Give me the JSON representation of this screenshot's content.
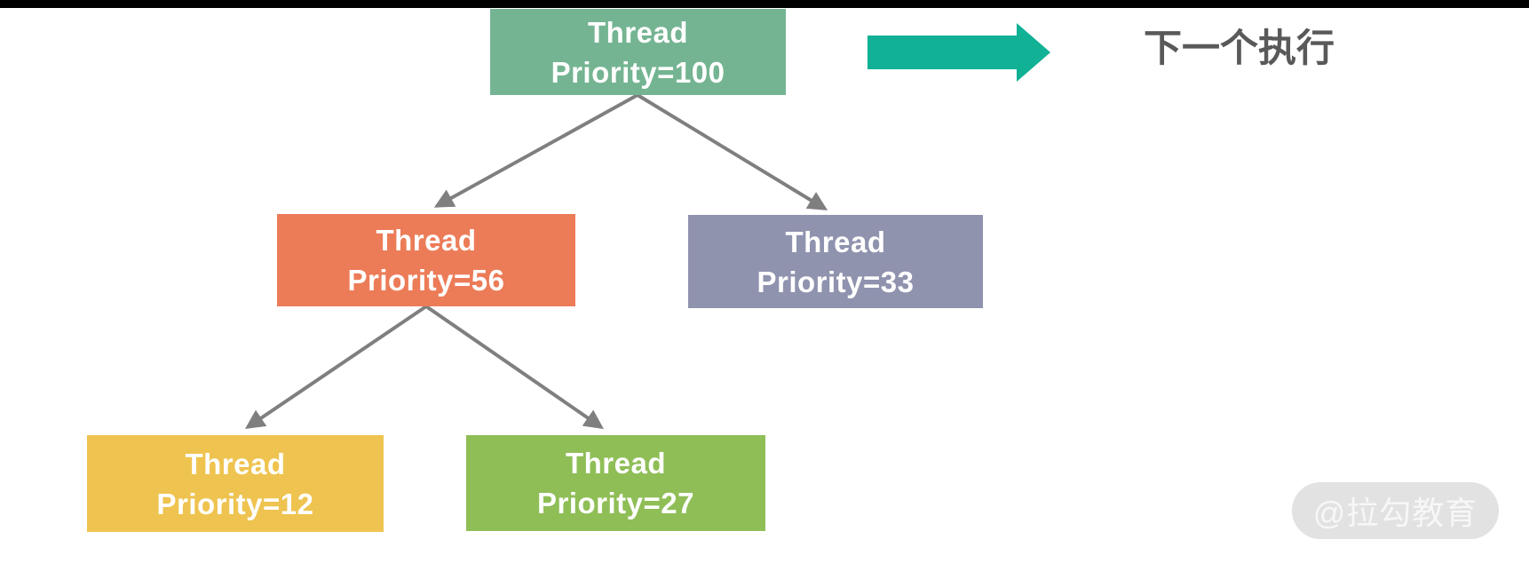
{
  "diagram": {
    "connector_color": "#7f7f7f",
    "nodes": [
      {
        "id": "root",
        "line1": "Thread",
        "line2": "Priority=100",
        "priority": 100,
        "color": "#74b492"
      },
      {
        "id": "left",
        "line1": "Thread",
        "line2": "Priority=56",
        "priority": 56,
        "color": "#ec7c58"
      },
      {
        "id": "right",
        "line1": "Thread",
        "line2": "Priority=33",
        "priority": 33,
        "color": "#9093ae"
      },
      {
        "id": "left-left",
        "line1": "Thread",
        "line2": "Priority=12",
        "priority": 12,
        "color": "#eec34f"
      },
      {
        "id": "left-right",
        "line1": "Thread",
        "line2": "Priority=27",
        "priority": 27,
        "color": "#8fbe57"
      }
    ]
  },
  "legend": {
    "arrow_color": "#10b195",
    "label": "下一个执行",
    "label_color": "#595959"
  },
  "watermark": {
    "text": "@拉勾教育",
    "bg_color": "#e2e2e2",
    "text_color": "#f7f7f7"
  },
  "top_bar": {
    "color": "#000000"
  }
}
